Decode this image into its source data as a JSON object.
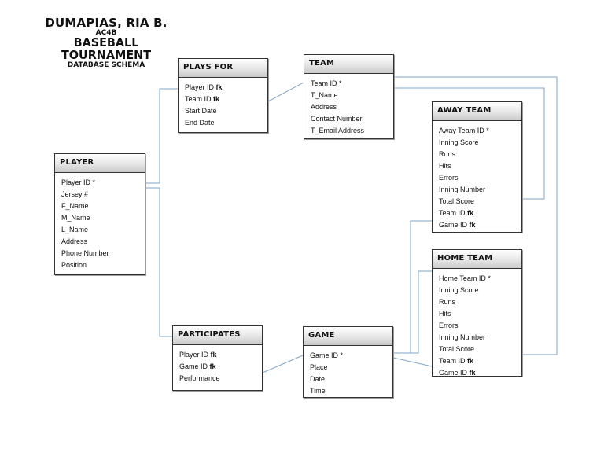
{
  "header": {
    "author": "DUMAPIAS, RIA B.",
    "section": "AC4B",
    "title": "BASEBALL TOURNAMENT",
    "subtitle": "DATABASE SCHEMA"
  },
  "entities": {
    "player": {
      "title": "PLAYER",
      "attributes": [
        {
          "name": "Player ID",
          "marker": "*"
        },
        {
          "name": "Jersey #",
          "marker": ""
        },
        {
          "name": "F_Name",
          "marker": ""
        },
        {
          "name": "M_Name",
          "marker": ""
        },
        {
          "name": "L_Name",
          "marker": ""
        },
        {
          "name": "Address",
          "marker": ""
        },
        {
          "name": "Phone Number",
          "marker": ""
        },
        {
          "name": "Position",
          "marker": ""
        }
      ]
    },
    "plays_for": {
      "title": "PLAYS FOR",
      "attributes": [
        {
          "name": "Player ID",
          "marker": "fk"
        },
        {
          "name": "Team ID",
          "marker": "fk"
        },
        {
          "name": "Start Date",
          "marker": ""
        },
        {
          "name": "End Date",
          "marker": ""
        }
      ]
    },
    "team": {
      "title": "TEAM",
      "attributes": [
        {
          "name": "Team ID",
          "marker": "*"
        },
        {
          "name": "T_Name",
          "marker": ""
        },
        {
          "name": "Address",
          "marker": ""
        },
        {
          "name": "Contact Number",
          "marker": ""
        },
        {
          "name": "T_Email Address",
          "marker": ""
        }
      ]
    },
    "away_team": {
      "title": "AWAY TEAM",
      "attributes": [
        {
          "name": "Away Team ID",
          "marker": " *"
        },
        {
          "name": "Inning Score",
          "marker": ""
        },
        {
          "name": "Runs",
          "marker": ""
        },
        {
          "name": "Hits",
          "marker": ""
        },
        {
          "name": "Errors",
          "marker": ""
        },
        {
          "name": "Inning Number",
          "marker": ""
        },
        {
          "name": "Total Score",
          "marker": ""
        },
        {
          "name": "Team ID",
          "marker": "fk"
        },
        {
          "name": "Game ID",
          "marker": "fk"
        }
      ]
    },
    "home_team": {
      "title": "HOME TEAM",
      "attributes": [
        {
          "name": "Home Team ID",
          "marker": "*"
        },
        {
          "name": "Inning Score",
          "marker": ""
        },
        {
          "name": "Runs",
          "marker": ""
        },
        {
          "name": "Hits",
          "marker": ""
        },
        {
          "name": "Errors",
          "marker": ""
        },
        {
          "name": "Inning Number",
          "marker": ""
        },
        {
          "name": "Total Score",
          "marker": ""
        },
        {
          "name": "Team ID",
          "marker": "fk"
        },
        {
          "name": "Game ID",
          "marker": "fk"
        }
      ]
    },
    "participates": {
      "title": "PARTICIPATES",
      "attributes": [
        {
          "name": "Player ID",
          "marker": "fk"
        },
        {
          "name": "Game ID",
          "marker": "fk"
        },
        {
          "name": "Performance",
          "marker": ""
        }
      ]
    },
    "game": {
      "title": "GAME",
      "attributes": [
        {
          "name": "Game ID",
          "marker": "*"
        },
        {
          "name": "Place",
          "marker": ""
        },
        {
          "name": "Date",
          "marker": ""
        },
        {
          "name": "Time",
          "marker": ""
        }
      ]
    }
  },
  "colors": {
    "connector": "#7fa6c9",
    "border": "#333333"
  }
}
